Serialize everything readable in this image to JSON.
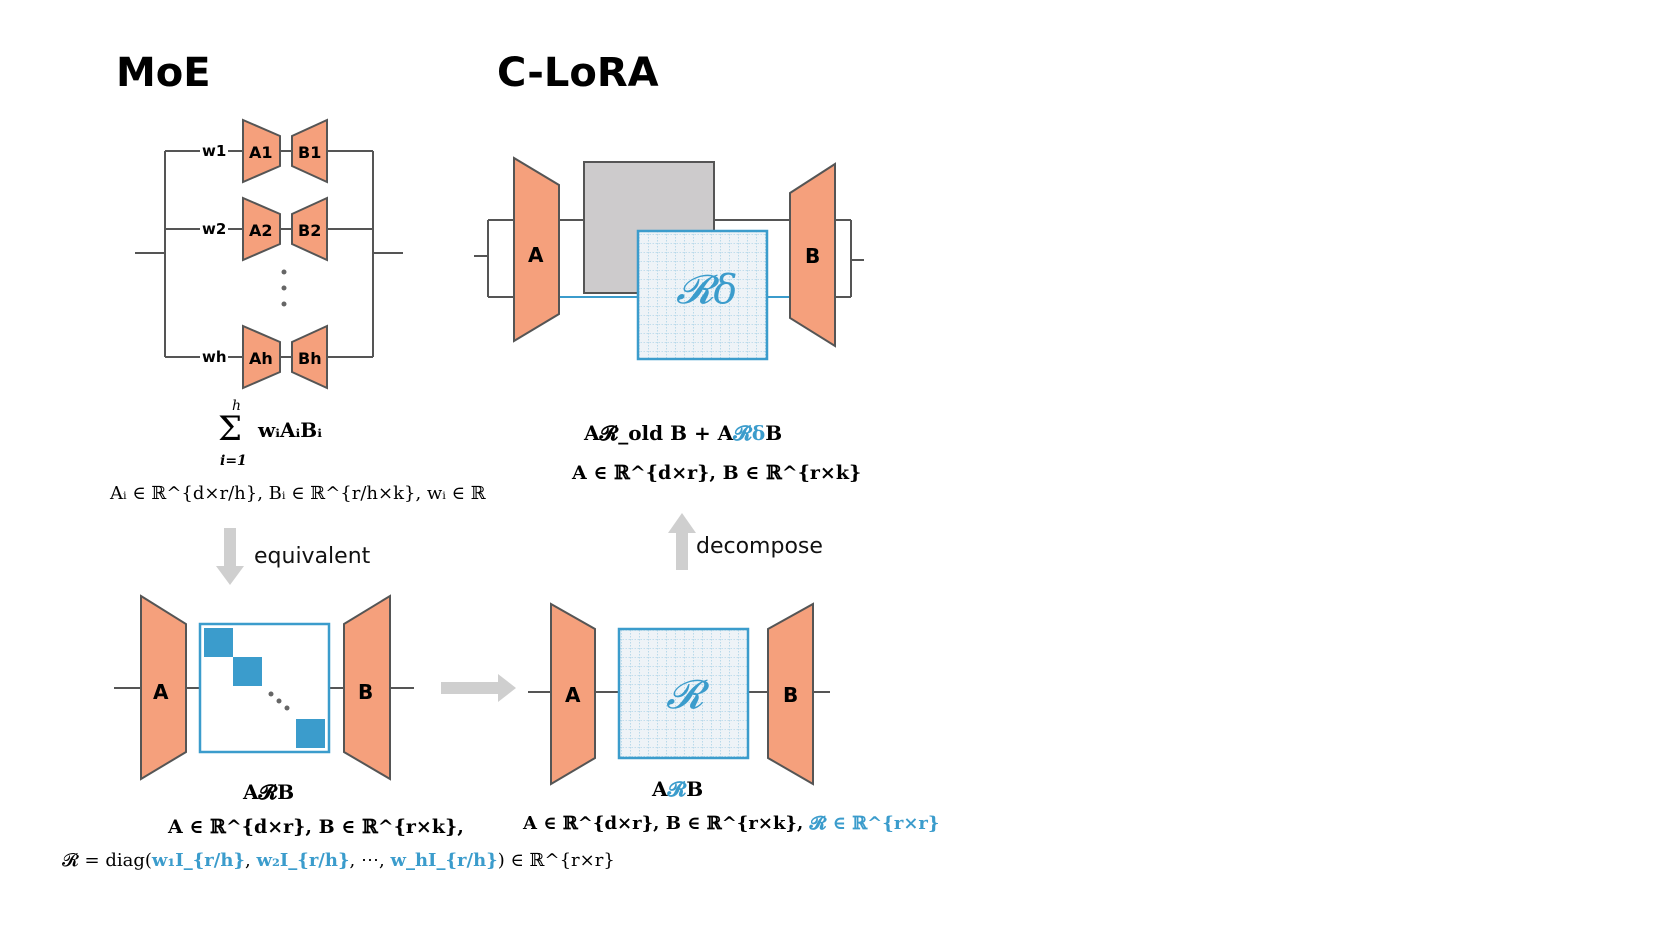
{
  "titles": {
    "moe": "MoE",
    "clora": "C-LoRA"
  },
  "moe": {
    "experts": [
      {
        "weight": "w1",
        "a": "A1",
        "b": "B1"
      },
      {
        "weight": "w2",
        "a": "A2",
        "b": "B2"
      },
      {
        "weight": "wh",
        "a": "Ah",
        "b": "Bh"
      }
    ],
    "formula_sum": "Σ",
    "formula_sum_top": "h",
    "formula_sum_bottom": "i=1",
    "formula_body": "wᵢAᵢBᵢ",
    "formula_domain": "Aᵢ ∈ ℝ^{d×r/h}, Bᵢ ∈ ℝ^{r/h×k}, wᵢ ∈ ℝ"
  },
  "arrows": {
    "equivalent": "equivalent",
    "decompose": "decompose"
  },
  "equiv": {
    "label_a": "A",
    "label_b": "B",
    "formula_main": "A𝓡B",
    "formula_domain": "A ∈ ℝ^{d×r}, B ∈ ℝ^{r×k},",
    "formula_diag_prefix": "𝓡 = diag(",
    "formula_diag_terms": [
      "w₁I_{r/h}",
      "w₂I_{r/h}",
      "⋯",
      "w_hI_{r/h}"
    ],
    "formula_diag_suffix": ") ∈ ℝ^{r×r}"
  },
  "full": {
    "label_a": "A",
    "label_b": "B",
    "matrix_label": "𝓡",
    "formula_main_a": "A",
    "formula_main_r": "𝓡",
    "formula_main_b": "B",
    "formula_domain": "A ∈ ℝ^{d×r}, B ∈ ℝ^{r×k}, ",
    "formula_domain_r": "𝓡 ∈ ℝ^{r×r}"
  },
  "clora": {
    "label_a": "A",
    "label_b": "B",
    "delta_label": "𝓡δ",
    "formula_part1": "A𝓡_old B + A",
    "formula_part2": "𝓡δ",
    "formula_part3": "B",
    "formula_domain": "A ∈ ℝ^{d×r}, B ∈ ℝ^{r×k}"
  },
  "colors": {
    "expert_fill": "#f5a07c",
    "blue": "#3b9ccc",
    "gray_block": "#cdcbcc",
    "arrow_gray": "#cfcfcf"
  }
}
